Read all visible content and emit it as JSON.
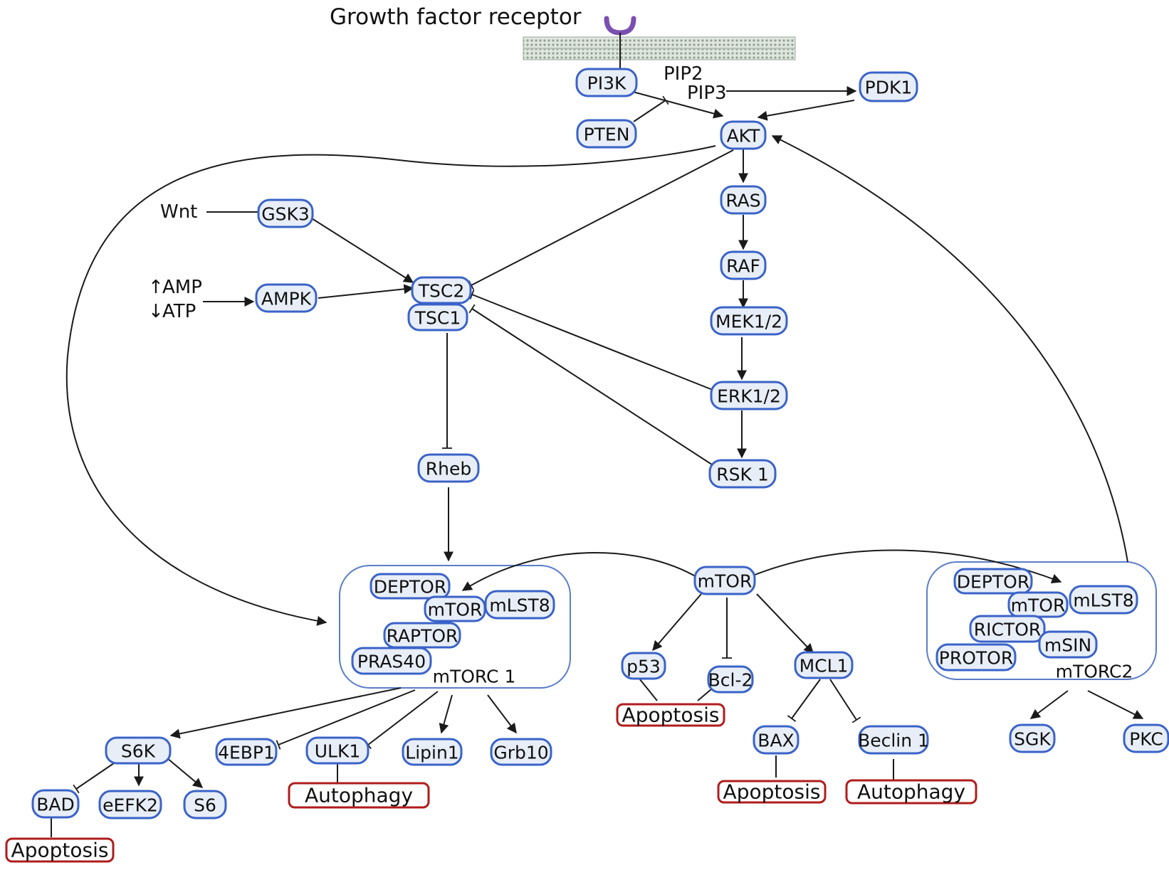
{
  "receptor_label": "Growth factor receptor",
  "colors": {
    "node_fill": "#e8eef8",
    "node_border": "#3a63c8",
    "outcome_border": "#b01c1c",
    "receptor": "#7a4fb0",
    "membrane": "#9aa89a"
  },
  "labels": {
    "pip2": "PIP2",
    "pip3": "PIP3",
    "wnt": "Wnt",
    "amp": "AMP",
    "atp": "ATP",
    "amp_arrow": "↑",
    "atp_arrow": "↓"
  },
  "complexes": {
    "mtorc1": "mTORC 1",
    "mtorc2": "mTORC2"
  },
  "nodes": {
    "pi3k": "PI3K",
    "pdk1": "PDK1",
    "pten": "PTEN",
    "akt": "AKT",
    "gsk3": "GSK3",
    "ras": "RAS",
    "ampk": "AMPK",
    "tsc2": "TSC2",
    "tsc1": "TSC1",
    "raf": "RAF",
    "mek": "MEK1/2",
    "erk": "ERK1/2",
    "rheb": "Rheb",
    "rsk1": "RSK 1",
    "c1_deptor": "DEPTOR",
    "c1_mtor": "mTOR",
    "c1_mlst8": "mLST8",
    "c1_raptor": "RAPTOR",
    "c1_pras40": "PRAS40",
    "mtor": "mTOR",
    "c2_deptor": "DEPTOR",
    "c2_mtor": "mTOR",
    "c2_mlst8": "mLST8",
    "c2_rictor": "RICTOR",
    "c2_msin": "mSIN",
    "c2_protor": "PROTOR",
    "p53": "p53",
    "bcl2": "Bcl-2",
    "mcl1": "MCL1",
    "s6k": "S6K",
    "4ebp1": "4EBP1",
    "ulk1": "ULK1",
    "lipin1": "Lipin1",
    "grb10": "Grb10",
    "bax": "BAX",
    "beclin1": "Beclin 1",
    "sgk": "SGK",
    "pkc": "PKC",
    "bad": "BAD",
    "eefk2": "eEFK2",
    "s6": "S6"
  },
  "outcomes": {
    "apoptosis_p53": "Apoptosis",
    "autophagy_ulk1": "Autophagy",
    "apoptosis_bax": "Apoptosis",
    "autophagy_beclin": "Autophagy",
    "apoptosis_bad": "Apoptosis"
  }
}
